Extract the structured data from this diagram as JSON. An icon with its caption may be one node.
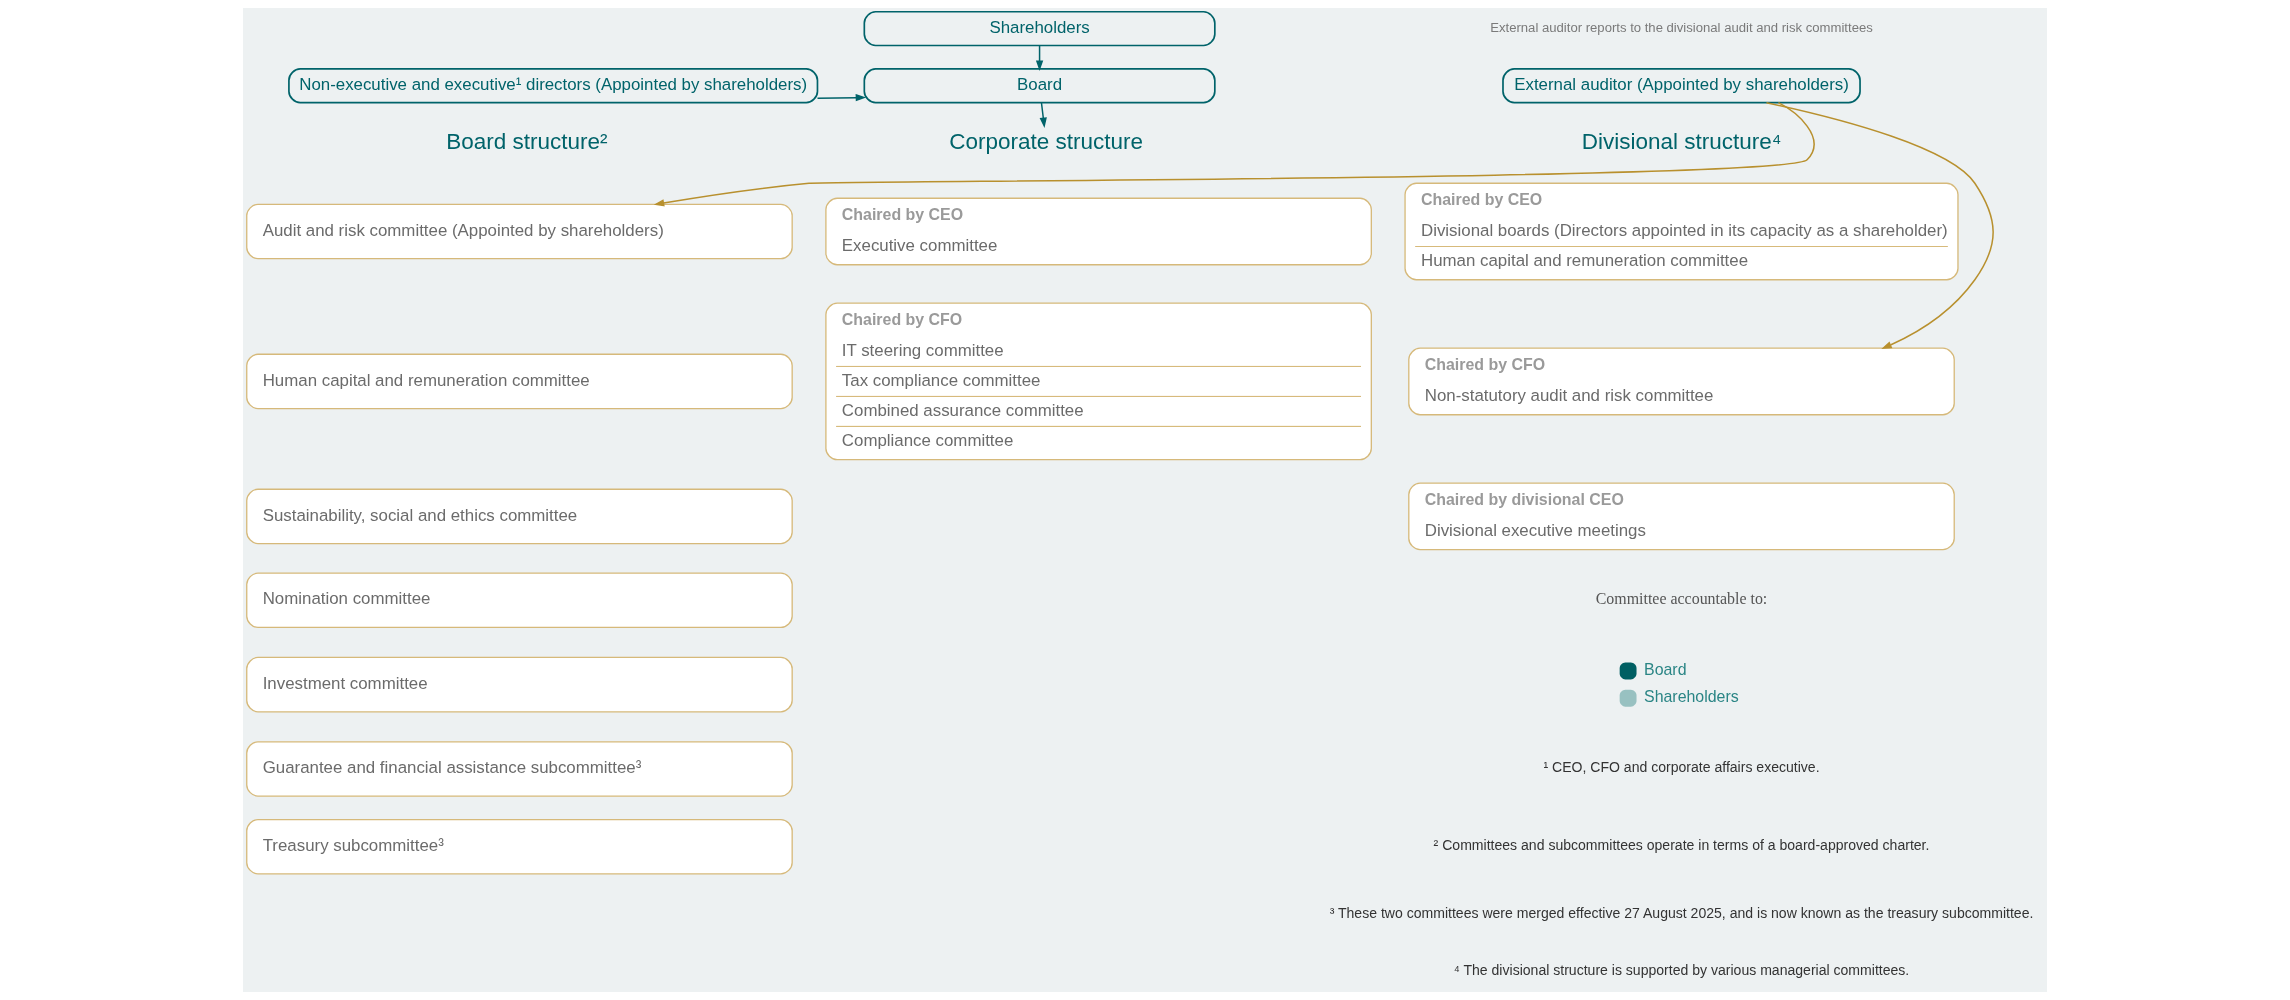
{
  "diagram": {
    "nodes": [
      {
        "text": [
          "Shareholders"
        ]
      },
      {
        "text": [
          "Non-executive and executive¹ directors (Appointed by shareholders)"
        ]
      },
      {
        "text": [
          "Board"
        ]
      },
      {
        "text": [
          "External auditor (Appointed by shareholders)"
        ]
      },
      {
        "text": [
          "Board structure²"
        ]
      },
      {
        "text": [
          "Corporate structure"
        ]
      },
      {
        "text": [
          "Divisional structure⁴"
        ]
      },
      {
        "text": [
          "Audit and risk committee (Appointed by shareholders)"
        ]
      },
      {
        "text": [
          "Human capital and remuneration committee"
        ]
      },
      {
        "text": [
          "Sustainability, social and ethics committee"
        ]
      },
      {
        "text": [
          "Nomination committee"
        ]
      },
      {
        "text": [
          "Investment committee"
        ]
      },
      {
        "text": [
          "Guarantee and financial assistance subcommittee³"
        ]
      },
      {
        "text": [
          "Treasury subcommittee³"
        ]
      },
      {
        "text": [
          "Chaired by CEO",
          "Executive committee"
        ]
      },
      {
        "text": [
          "Chaired by CFO",
          "IT steering committee",
          "Tax compliance committee",
          "Combined assurance committee",
          "Compliance committee"
        ]
      },
      {
        "text": [
          "Chaired by CEO",
          "Divisional boards (Directors appointed in its capacity as a shareholder)",
          "Human capital and remuneration committee"
        ]
      },
      {
        "text": [
          "Chaired by CFO",
          "Non-statutory audit and risk committee"
        ]
      },
      {
        "text": [
          "Chaired by divisional CEO",
          "Divisional executive meetings"
        ]
      }
    ],
    "edges": [
      {
        "from": 0,
        "to": 2,
        "arrow": "to"
      },
      {
        "from": 1,
        "to": 2,
        "arrow": "to"
      },
      {
        "from": 2,
        "to": 5,
        "arrow": "to"
      },
      {
        "from": 3,
        "to": 7,
        "arrow": "to",
        "color": "#b8902e"
      },
      {
        "from": 3,
        "to": 17,
        "arrow": "to",
        "color": "#b8902e"
      }
    ],
    "labels": [
      "External auditor reports to the divisional audit and risk committees",
      "Committee accountable to:",
      "¹ CEO, CFO and corporate affairs executive.",
      "² Committees and subcommittees operate in terms of a board-approved charter.",
      "³ These two committees were merged effective 27 August 2025, and is now known as the treasury subcommittee.",
      "⁴ The divisional structure is supported by various managerial committees."
    ],
    "legend": [
      {
        "text": "Board",
        "color": "#005f63"
      },
      {
        "text": "Shareholders",
        "color": "#98c1c1"
      }
    ]
  }
}
